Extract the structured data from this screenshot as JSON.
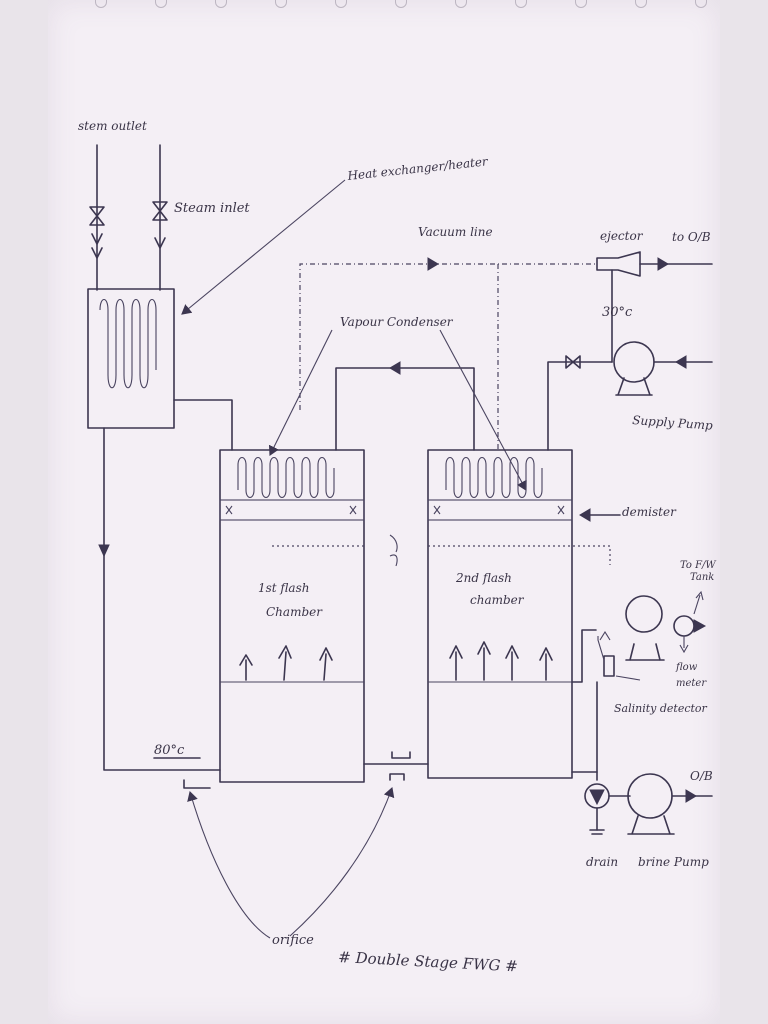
{
  "labels": {
    "steam_outlet": "stem outlet",
    "steam_inlet": "Steam inlet",
    "heat_exchanger": "Heat exchanger/heater",
    "vacuum_line": "Vacuum line",
    "ejector": "ejector",
    "to_ob_top": "to O/B",
    "temp_30": "30°c",
    "vapour_condenser": "Vapour Condenser",
    "supply_pump": "Supply Pump",
    "demister": "demister",
    "chamber1_line1": "1st flash",
    "chamber1_line2": "Chamber",
    "chamber2_line1": "2nd flash",
    "chamber2_line2": "chamber",
    "to_fw_tank_1": "To F/W",
    "to_fw_tank_2": "Tank",
    "flow_meter_1": "flow",
    "flow_meter_2": "meter",
    "salinity_detector": "Salinity detector",
    "temp_80": "80°c",
    "ob_bottom": "O/B",
    "drain": "drain",
    "brine_pump": "brine Pump",
    "orifice": "orifice",
    "title": "# Double Stage FWG #"
  },
  "colors": {
    "paper": "#f4eff5",
    "ink": "#3c3650"
  }
}
